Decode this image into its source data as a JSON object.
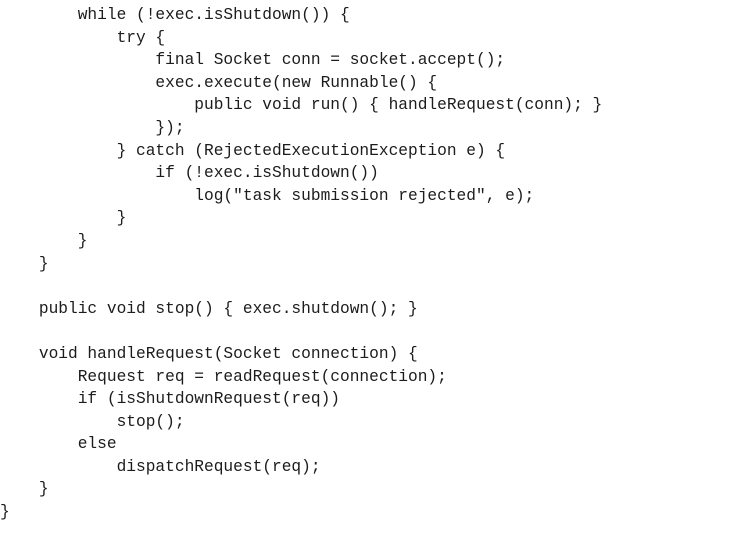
{
  "code": {
    "lines": [
      "        while (!exec.isShutdown()) {",
      "            try {",
      "                final Socket conn = socket.accept();",
      "                exec.execute(new Runnable() {",
      "                    public void run() { handleRequest(conn); }",
      "                });",
      "            } catch (RejectedExecutionException e) {",
      "                if (!exec.isShutdown())",
      "                    log(\"task submission rejected\", e);",
      "            }",
      "        }",
      "    }",
      "",
      "    public void stop() { exec.shutdown(); }",
      "",
      "    void handleRequest(Socket connection) {",
      "        Request req = readRequest(connection);",
      "        if (isShutdownRequest(req))",
      "            stop();",
      "        else",
      "            dispatchRequest(req);",
      "    }",
      "}"
    ]
  }
}
